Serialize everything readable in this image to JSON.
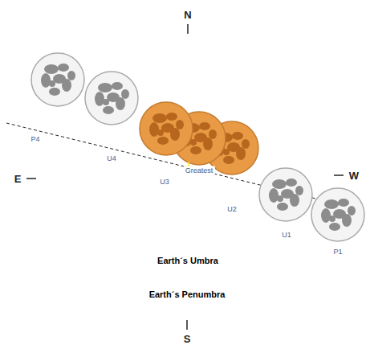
{
  "diagram": {
    "nodes": [
      {
        "text": [
          "Earth´s Penumbra"
        ]
      },
      {
        "text": [
          "Earth´s Umbra"
        ],
        "in": 0
      }
    ],
    "labels": [
      "N",
      "E",
      "W",
      "P4",
      "U4",
      "U3",
      "Greatest",
      "U2",
      "U1",
      "P1",
      "S"
    ]
  }
}
